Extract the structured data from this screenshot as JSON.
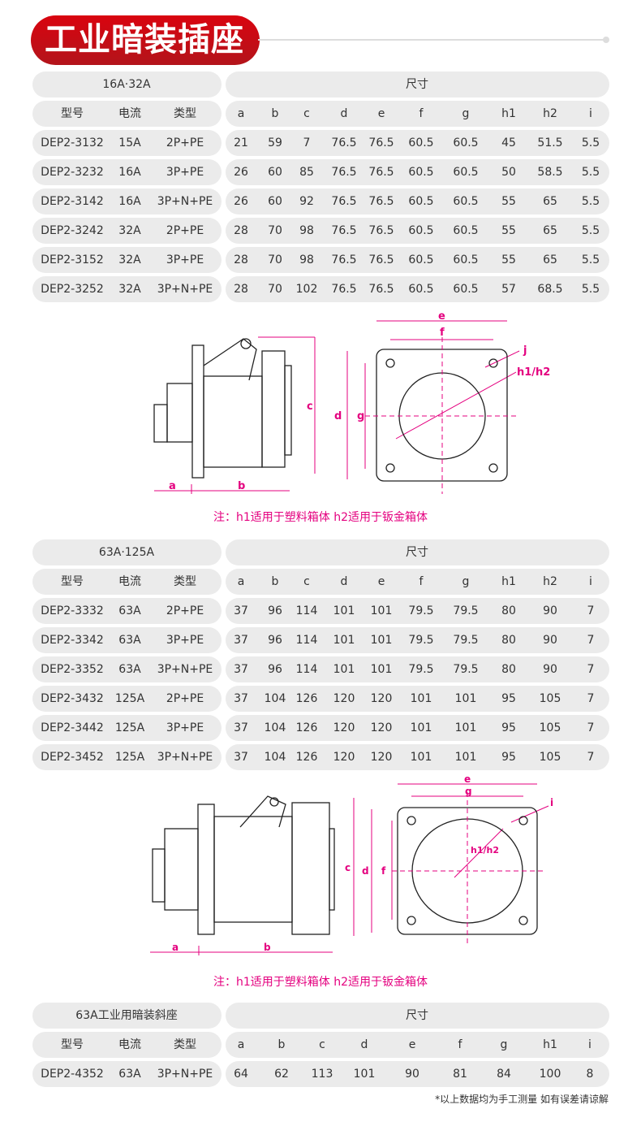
{
  "title": "工业暗装插座",
  "tables": [
    {
      "group": "16A·32A",
      "dim_title": "尺寸",
      "left_headers": [
        "型号",
        "电流",
        "类型"
      ],
      "dim_headers": [
        "a",
        "b",
        "c",
        "d",
        "e",
        "f",
        "g",
        "h1",
        "h2",
        "i"
      ],
      "rows": [
        [
          "DEP2-3132",
          "15A",
          "2P+PE",
          "21",
          "59",
          "7",
          "76.5",
          "76.5",
          "60.5",
          "60.5",
          "45",
          "51.5",
          "5.5"
        ],
        [
          "DEP2-3232",
          "16A",
          "3P+PE",
          "26",
          "60",
          "85",
          "76.5",
          "76.5",
          "60.5",
          "60.5",
          "50",
          "58.5",
          "5.5"
        ],
        [
          "DEP2-3142",
          "16A",
          "3P+N+PE",
          "26",
          "60",
          "92",
          "76.5",
          "76.5",
          "60.5",
          "60.5",
          "55",
          "65",
          "5.5"
        ],
        [
          "DEP2-3242",
          "32A",
          "2P+PE",
          "28",
          "70",
          "98",
          "76.5",
          "76.5",
          "60.5",
          "60.5",
          "55",
          "65",
          "5.5"
        ],
        [
          "DEP2-3152",
          "32A",
          "3P+PE",
          "28",
          "70",
          "98",
          "76.5",
          "76.5",
          "60.5",
          "60.5",
          "55",
          "65",
          "5.5"
        ],
        [
          "DEP2-3252",
          "32A",
          "3P+N+PE",
          "28",
          "70",
          "102",
          "76.5",
          "76.5",
          "60.5",
          "60.5",
          "57",
          "68.5",
          "5.5"
        ]
      ]
    },
    {
      "group": "63A·125A",
      "dim_title": "尺寸",
      "left_headers": [
        "型号",
        "电流",
        "类型"
      ],
      "dim_headers": [
        "a",
        "b",
        "c",
        "d",
        "e",
        "f",
        "g",
        "h1",
        "h2",
        "i"
      ],
      "rows": [
        [
          "DEP2-3332",
          "63A",
          "2P+PE",
          "37",
          "96",
          "114",
          "101",
          "101",
          "79.5",
          "79.5",
          "80",
          "90",
          "7"
        ],
        [
          "DEP2-3342",
          "63A",
          "3P+PE",
          "37",
          "96",
          "114",
          "101",
          "101",
          "79.5",
          "79.5",
          "80",
          "90",
          "7"
        ],
        [
          "DEP2-3352",
          "63A",
          "3P+N+PE",
          "37",
          "96",
          "114",
          "101",
          "101",
          "79.5",
          "79.5",
          "80",
          "90",
          "7"
        ],
        [
          "DEP2-3432",
          "125A",
          "2P+PE",
          "37",
          "104",
          "126",
          "120",
          "120",
          "101",
          "101",
          "95",
          "105",
          "7"
        ],
        [
          "DEP2-3442",
          "125A",
          "3P+PE",
          "37",
          "104",
          "126",
          "120",
          "120",
          "101",
          "101",
          "95",
          "105",
          "7"
        ],
        [
          "DEP2-3452",
          "125A",
          "3P+N+PE",
          "37",
          "104",
          "126",
          "120",
          "120",
          "101",
          "101",
          "95",
          "105",
          "7"
        ]
      ]
    },
    {
      "group": "63A工业用暗装斜座",
      "dim_title": "尺寸",
      "left_headers": [
        "型号",
        "电流",
        "类型"
      ],
      "dim_headers": [
        "a",
        "b",
        "c",
        "d",
        "e",
        "f",
        "g",
        "h1",
        "i"
      ],
      "rows": [
        [
          "DEP2-4352",
          "63A",
          "3P+N+PE",
          "64",
          "62",
          "113",
          "101",
          "90",
          "81",
          "84",
          "100",
          "8"
        ]
      ]
    }
  ],
  "diagram_labels": {
    "a": "a",
    "b": "b",
    "c": "c",
    "d": "d",
    "e": "e",
    "f": "f",
    "g": "g",
    "h": "h1/h2",
    "i": "j"
  },
  "diagram2_labels": {
    "a": "a",
    "b": "b",
    "c": "c",
    "d": "d",
    "e": "e",
    "f": "f",
    "g": "g",
    "h": "h1/h2",
    "i": "i"
  },
  "notes": [
    "注：h1适用于塑料箱体 h2适用于钣金箱体",
    "注：h1适用于塑料箱体 h2适用于钣金箱体"
  ],
  "footnote": "*以上数据均为手工测量 如有误差请谅解",
  "colors": {
    "accent": "#d9040f",
    "dimension": "#e4007f",
    "pill": "#ebebeb"
  }
}
